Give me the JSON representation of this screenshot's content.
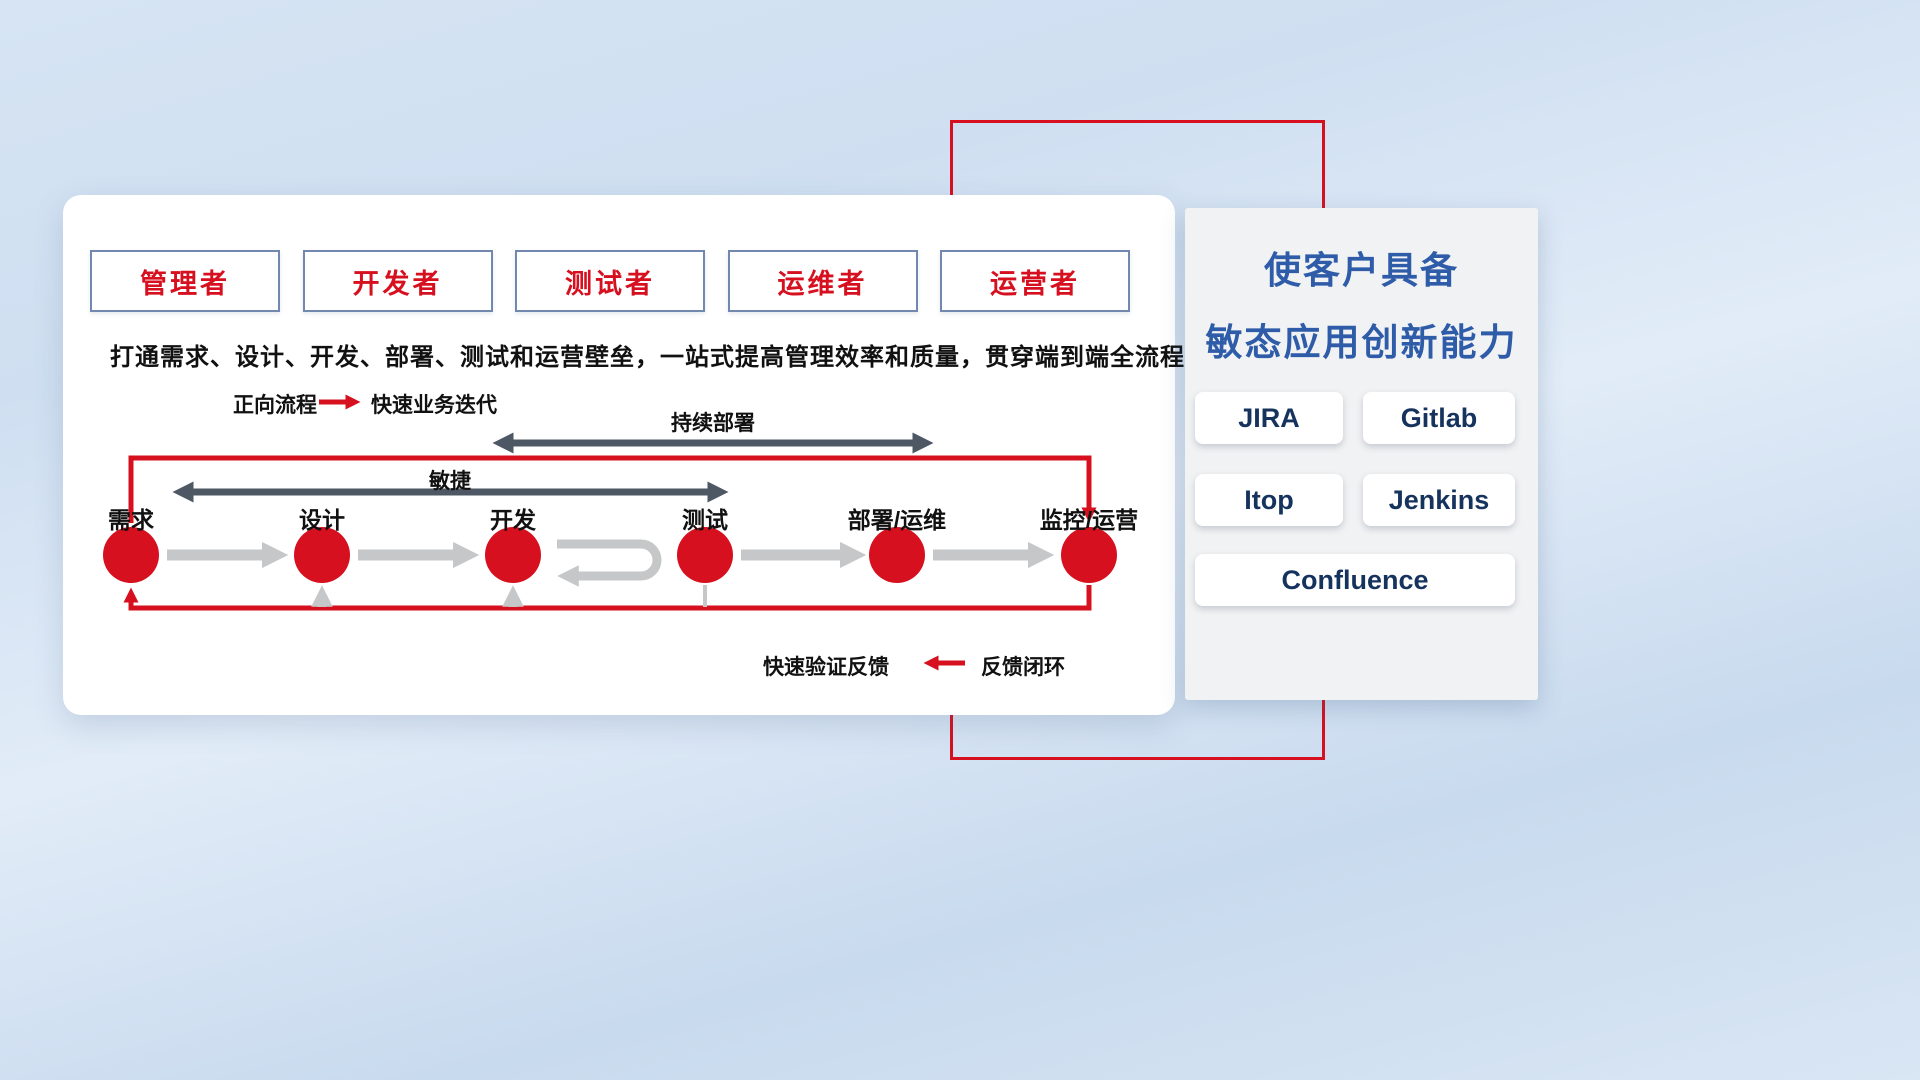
{
  "colors": {
    "red": "#d6101f",
    "dark_arrow": "#4e5864",
    "gray_arrow": "#c5c7c9",
    "blue": "#2e5ca8",
    "navy": "#16335e",
    "role_border": "#7388ae"
  },
  "roles": [
    "管理者",
    "开发者",
    "测试者",
    "运维者",
    "运营者"
  ],
  "subtitle": "打通需求、设计、开发、部署、测试和运营壁垒，一站式提高管理效率和质量，贯穿端到端全流程",
  "legend": {
    "forward_label": "正向流程",
    "forward_desc": "快速业务迭代",
    "feedback_desc": "快速验证反馈",
    "feedback_label": "反馈闭环"
  },
  "flow_arrows": {
    "continuous_deploy": "持续部署",
    "agile": "敏捷"
  },
  "stages": [
    "需求",
    "设计",
    "开发",
    "测试",
    "部署/运维",
    "监控/运营"
  ],
  "right_panel": {
    "title_line1": "使客户具备",
    "title_line2": "敏态应用创新能力",
    "tools": [
      "JIRA",
      "Gitlab",
      "Itop",
      "Jenkins",
      "Confluence"
    ]
  }
}
